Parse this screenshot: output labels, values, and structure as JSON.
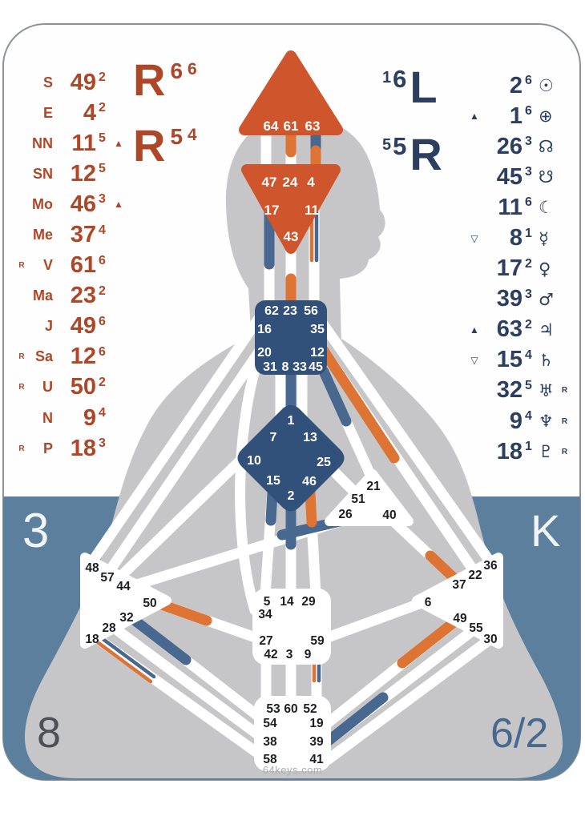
{
  "colors": {
    "orange": "#cf562c",
    "navy": "#31507a",
    "slate": "#5b7f9d",
    "gray": "#c6c6c8",
    "channel_orange": "#dd7433",
    "channel_blue": "#48688f",
    "left_text": "#ad4728",
    "right_text": "#2c3f60"
  },
  "left_panel": {
    "arrows": [
      {
        "letter": "R",
        "num1": "6",
        "num2": "6"
      },
      {
        "letter": "R",
        "num1": "5",
        "num2": "4"
      }
    ],
    "rows": [
      {
        "retro": "",
        "planet": "S",
        "gate": "49",
        "line": "2",
        "mark": ""
      },
      {
        "retro": "",
        "planet": "E",
        "gate": "4",
        "line": "2",
        "mark": ""
      },
      {
        "retro": "",
        "planet": "NN",
        "gate": "11",
        "line": "5",
        "mark": "▲"
      },
      {
        "retro": "",
        "planet": "SN",
        "gate": "12",
        "line": "5",
        "mark": ""
      },
      {
        "retro": "",
        "planet": "Mo",
        "gate": "46",
        "line": "3",
        "mark": "▲"
      },
      {
        "retro": "",
        "planet": "Me",
        "gate": "37",
        "line": "4",
        "mark": ""
      },
      {
        "retro": "R",
        "planet": "V",
        "gate": "61",
        "line": "6",
        "mark": ""
      },
      {
        "retro": "",
        "planet": "Ma",
        "gate": "23",
        "line": "2",
        "mark": ""
      },
      {
        "retro": "",
        "planet": "J",
        "gate": "49",
        "line": "6",
        "mark": ""
      },
      {
        "retro": "R",
        "planet": "Sa",
        "gate": "12",
        "line": "6",
        "mark": ""
      },
      {
        "retro": "R",
        "planet": "U",
        "gate": "50",
        "line": "2",
        "mark": ""
      },
      {
        "retro": "",
        "planet": "N",
        "gate": "9",
        "line": "4",
        "mark": ""
      },
      {
        "retro": "R",
        "planet": "P",
        "gate": "18",
        "line": "3",
        "mark": ""
      }
    ]
  },
  "right_panel": {
    "arrows": [
      {
        "num1": "1",
        "num2": "6",
        "letter": "L"
      },
      {
        "num1": "5",
        "num2": "5",
        "letter": "R"
      }
    ],
    "rows": [
      {
        "mark": "",
        "gate": "2",
        "line": "6",
        "planet": "☉",
        "retro": ""
      },
      {
        "mark": "▲",
        "gate": "1",
        "line": "6",
        "planet": "⊕",
        "retro": ""
      },
      {
        "mark": "",
        "gate": "26",
        "line": "3",
        "planet": "☊",
        "retro": ""
      },
      {
        "mark": "",
        "gate": "45",
        "line": "3",
        "planet": "☋",
        "retro": ""
      },
      {
        "mark": "",
        "gate": "11",
        "line": "6",
        "planet": "☾",
        "retro": ""
      },
      {
        "mark": "▽",
        "gate": "8",
        "line": "1",
        "planet": "☿",
        "retro": ""
      },
      {
        "mark": "",
        "gate": "17",
        "line": "2",
        "planet": "♀",
        "retro": ""
      },
      {
        "mark": "",
        "gate": "39",
        "line": "3",
        "planet": "♂",
        "retro": ""
      },
      {
        "mark": "▲",
        "gate": "63",
        "line": "2",
        "planet": "♃",
        "retro": ""
      },
      {
        "mark": "▽",
        "gate": "15",
        "line": "4",
        "planet": "♄",
        "retro": ""
      },
      {
        "mark": "",
        "gate": "32",
        "line": "5",
        "planet": "♅",
        "retro": "R"
      },
      {
        "mark": "",
        "gate": "9",
        "line": "4",
        "planet": "♆",
        "retro": "R"
      },
      {
        "mark": "",
        "gate": "18",
        "line": "1",
        "planet": "♇",
        "retro": "R"
      }
    ]
  },
  "corners": {
    "top_left": "3",
    "top_right": "K",
    "bottom_left": "8",
    "bottom_right": "6/2"
  },
  "watermark": "64keys.com",
  "centers": {
    "head": [
      "64",
      "61",
      "63"
    ],
    "ajna": [
      "47",
      "24",
      "4",
      "17",
      "11",
      "43"
    ],
    "throat": [
      "62",
      "23",
      "56",
      "16",
      "35",
      "20",
      "12",
      "31",
      "8",
      "33",
      "45"
    ],
    "g": [
      "1",
      "7",
      "13",
      "10",
      "25",
      "15",
      "46",
      "2"
    ],
    "heart": [
      "21",
      "51",
      "26",
      "40"
    ],
    "spleen": [
      "48",
      "57",
      "44",
      "50",
      "32",
      "28",
      "18"
    ],
    "solar": [
      "36",
      "22",
      "37",
      "6",
      "49",
      "55",
      "30"
    ],
    "sacral": [
      "5",
      "14",
      "29",
      "34",
      "27",
      "59",
      "42",
      "3",
      "9"
    ],
    "root": [
      "53",
      "60",
      "52",
      "54",
      "19",
      "38",
      "39",
      "58",
      "41"
    ]
  }
}
